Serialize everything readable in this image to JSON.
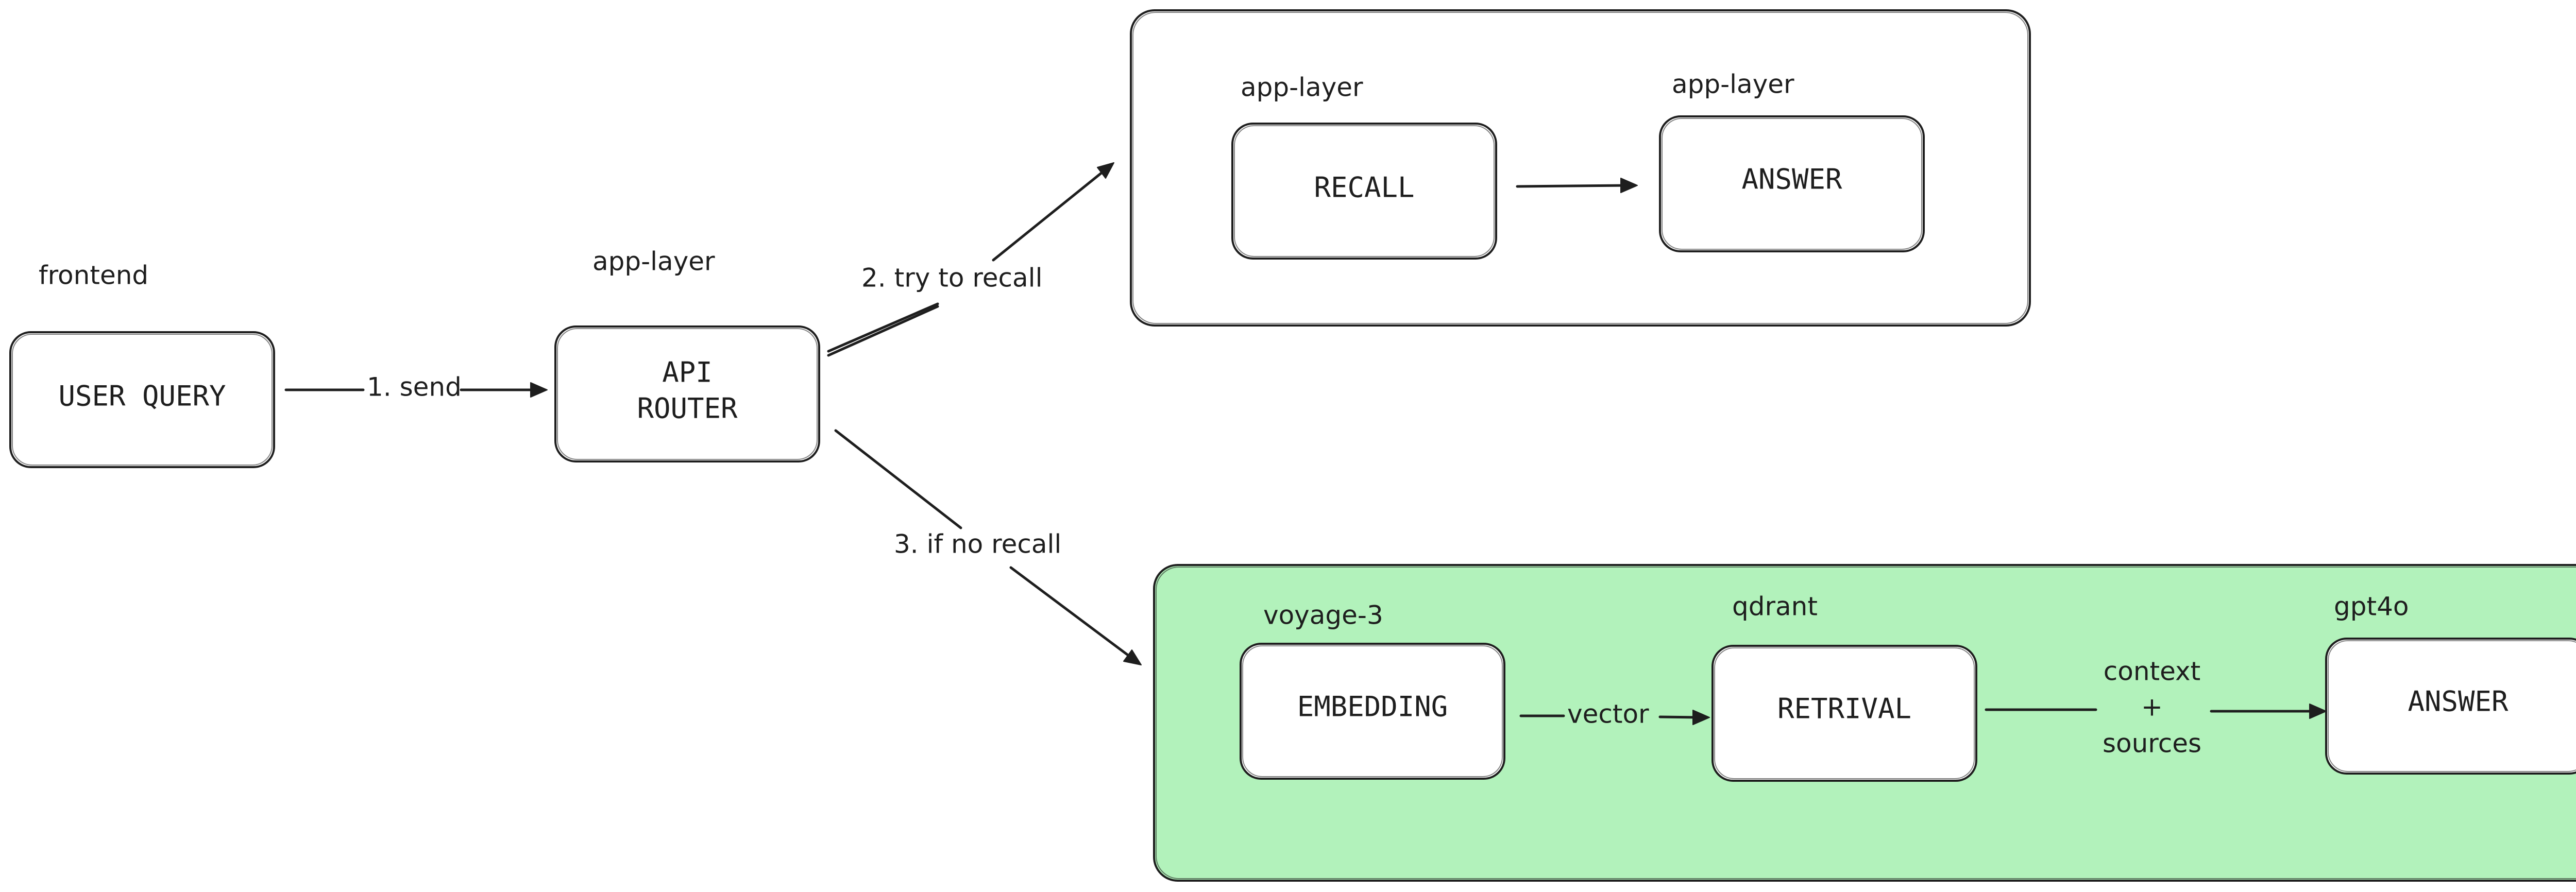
{
  "colors": {
    "stroke": "#1e1e1e",
    "background": "#ffffff",
    "green_group_fill": "#b2f2bb"
  },
  "nodes": {
    "user_query": {
      "text": "USER QUERY",
      "label": "frontend"
    },
    "api_router": {
      "line1": "API",
      "line2": "ROUTER",
      "label": "app-layer"
    },
    "recall": {
      "text": "RECALL",
      "label": "app-layer"
    },
    "answer_recall": {
      "text": "ANSWER",
      "label": "app-layer"
    },
    "embedding": {
      "text": "EMBEDDING",
      "label": "voyage-3"
    },
    "retrival": {
      "text": "RETRIVAL",
      "label": "qdrant"
    },
    "answer_gpt": {
      "text": "ANSWER",
      "label": "gpt4o"
    }
  },
  "edges": {
    "send": "1. send",
    "try_recall": "2. try to recall",
    "no_recall": "3. if no recall",
    "vector": "vector",
    "context_line1": "context",
    "context_line2": "+",
    "context_line3": "sources"
  }
}
